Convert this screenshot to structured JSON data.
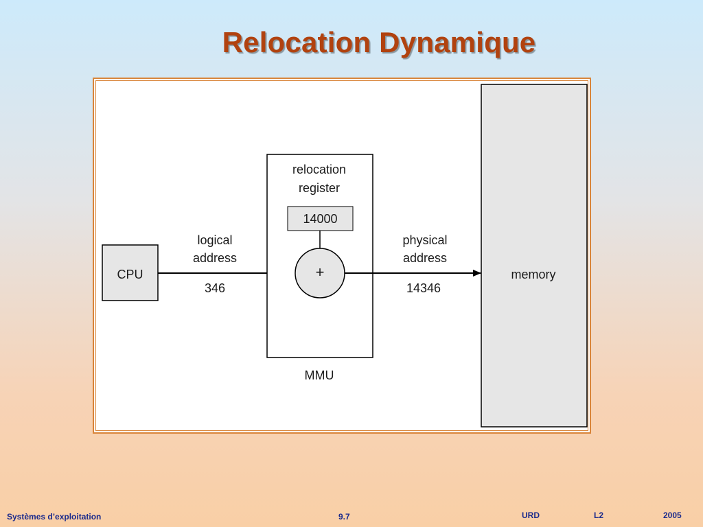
{
  "slide": {
    "title": "Relocation Dynamique"
  },
  "diagram": {
    "cpu_label": "CPU",
    "logical_label_line1": "logical",
    "logical_label_line2": "address",
    "logical_value": "346",
    "register_label_line1": "relocation",
    "register_label_line2": "register",
    "register_value": "14000",
    "adder_symbol": "+",
    "physical_label_line1": "physical",
    "physical_label_line2": "address",
    "physical_value": "14346",
    "mmu_label": "MMU",
    "memory_label": "memory"
  },
  "footer": {
    "course": "Systèmes d’exploitation",
    "page": "9.7",
    "university": "URD",
    "level": "L2",
    "year": "2005"
  },
  "colors": {
    "title": "#b1420f",
    "frame_border": "#d9853a",
    "box_fill": "#e6e6e6",
    "footer_text": "#1b2a8c"
  }
}
